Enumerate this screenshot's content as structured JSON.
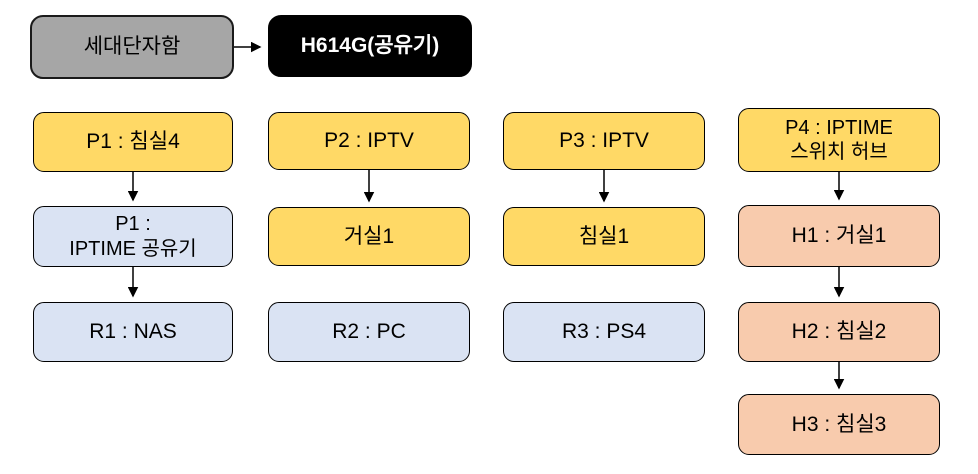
{
  "diagram": {
    "title": "Home network port wiring diagram",
    "colors": {
      "background": "#ffffff",
      "junction_gray": "#a6a6a6",
      "router_black": "#000000",
      "port_yellow": "#ffd966",
      "device_blue": "#dae3f3",
      "hub_orange": "#f8cbad",
      "border": "#000000",
      "text": "#000000",
      "text_on_black": "#ffffff"
    },
    "nodes": {
      "junction": {
        "label": "세대단자함"
      },
      "router": {
        "label": "H614G(공유기)"
      },
      "p1": {
        "label": "P1 : 침실4"
      },
      "p2": {
        "label": "P2 : IPTV"
      },
      "p3": {
        "label": "P3 : IPTV"
      },
      "p4": {
        "label": "P4 : IPTIME\n스위치 허브"
      },
      "p1_sub": {
        "label": "P1 :\nIPTIME 공유기"
      },
      "living1": {
        "label": "거실1"
      },
      "bedroom1": {
        "label": "침실1"
      },
      "h1": {
        "label": "H1 : 거실1"
      },
      "r1": {
        "label": "R1 : NAS"
      },
      "r2": {
        "label": "R2 : PC"
      },
      "r3": {
        "label": "R3 : PS4"
      },
      "h2": {
        "label": "H2 : 침실2"
      },
      "h3": {
        "label": "H3 : 침실3"
      }
    },
    "edges": [
      {
        "from": "junction",
        "to": "router"
      },
      {
        "from": "p1",
        "to": "p1_sub"
      },
      {
        "from": "p1_sub",
        "to": "r1"
      },
      {
        "from": "p2",
        "to": "living1"
      },
      {
        "from": "p3",
        "to": "bedroom1"
      },
      {
        "from": "p4",
        "to": "h1"
      },
      {
        "from": "h1",
        "to": "h2"
      },
      {
        "from": "h2",
        "to": "h3"
      }
    ]
  }
}
